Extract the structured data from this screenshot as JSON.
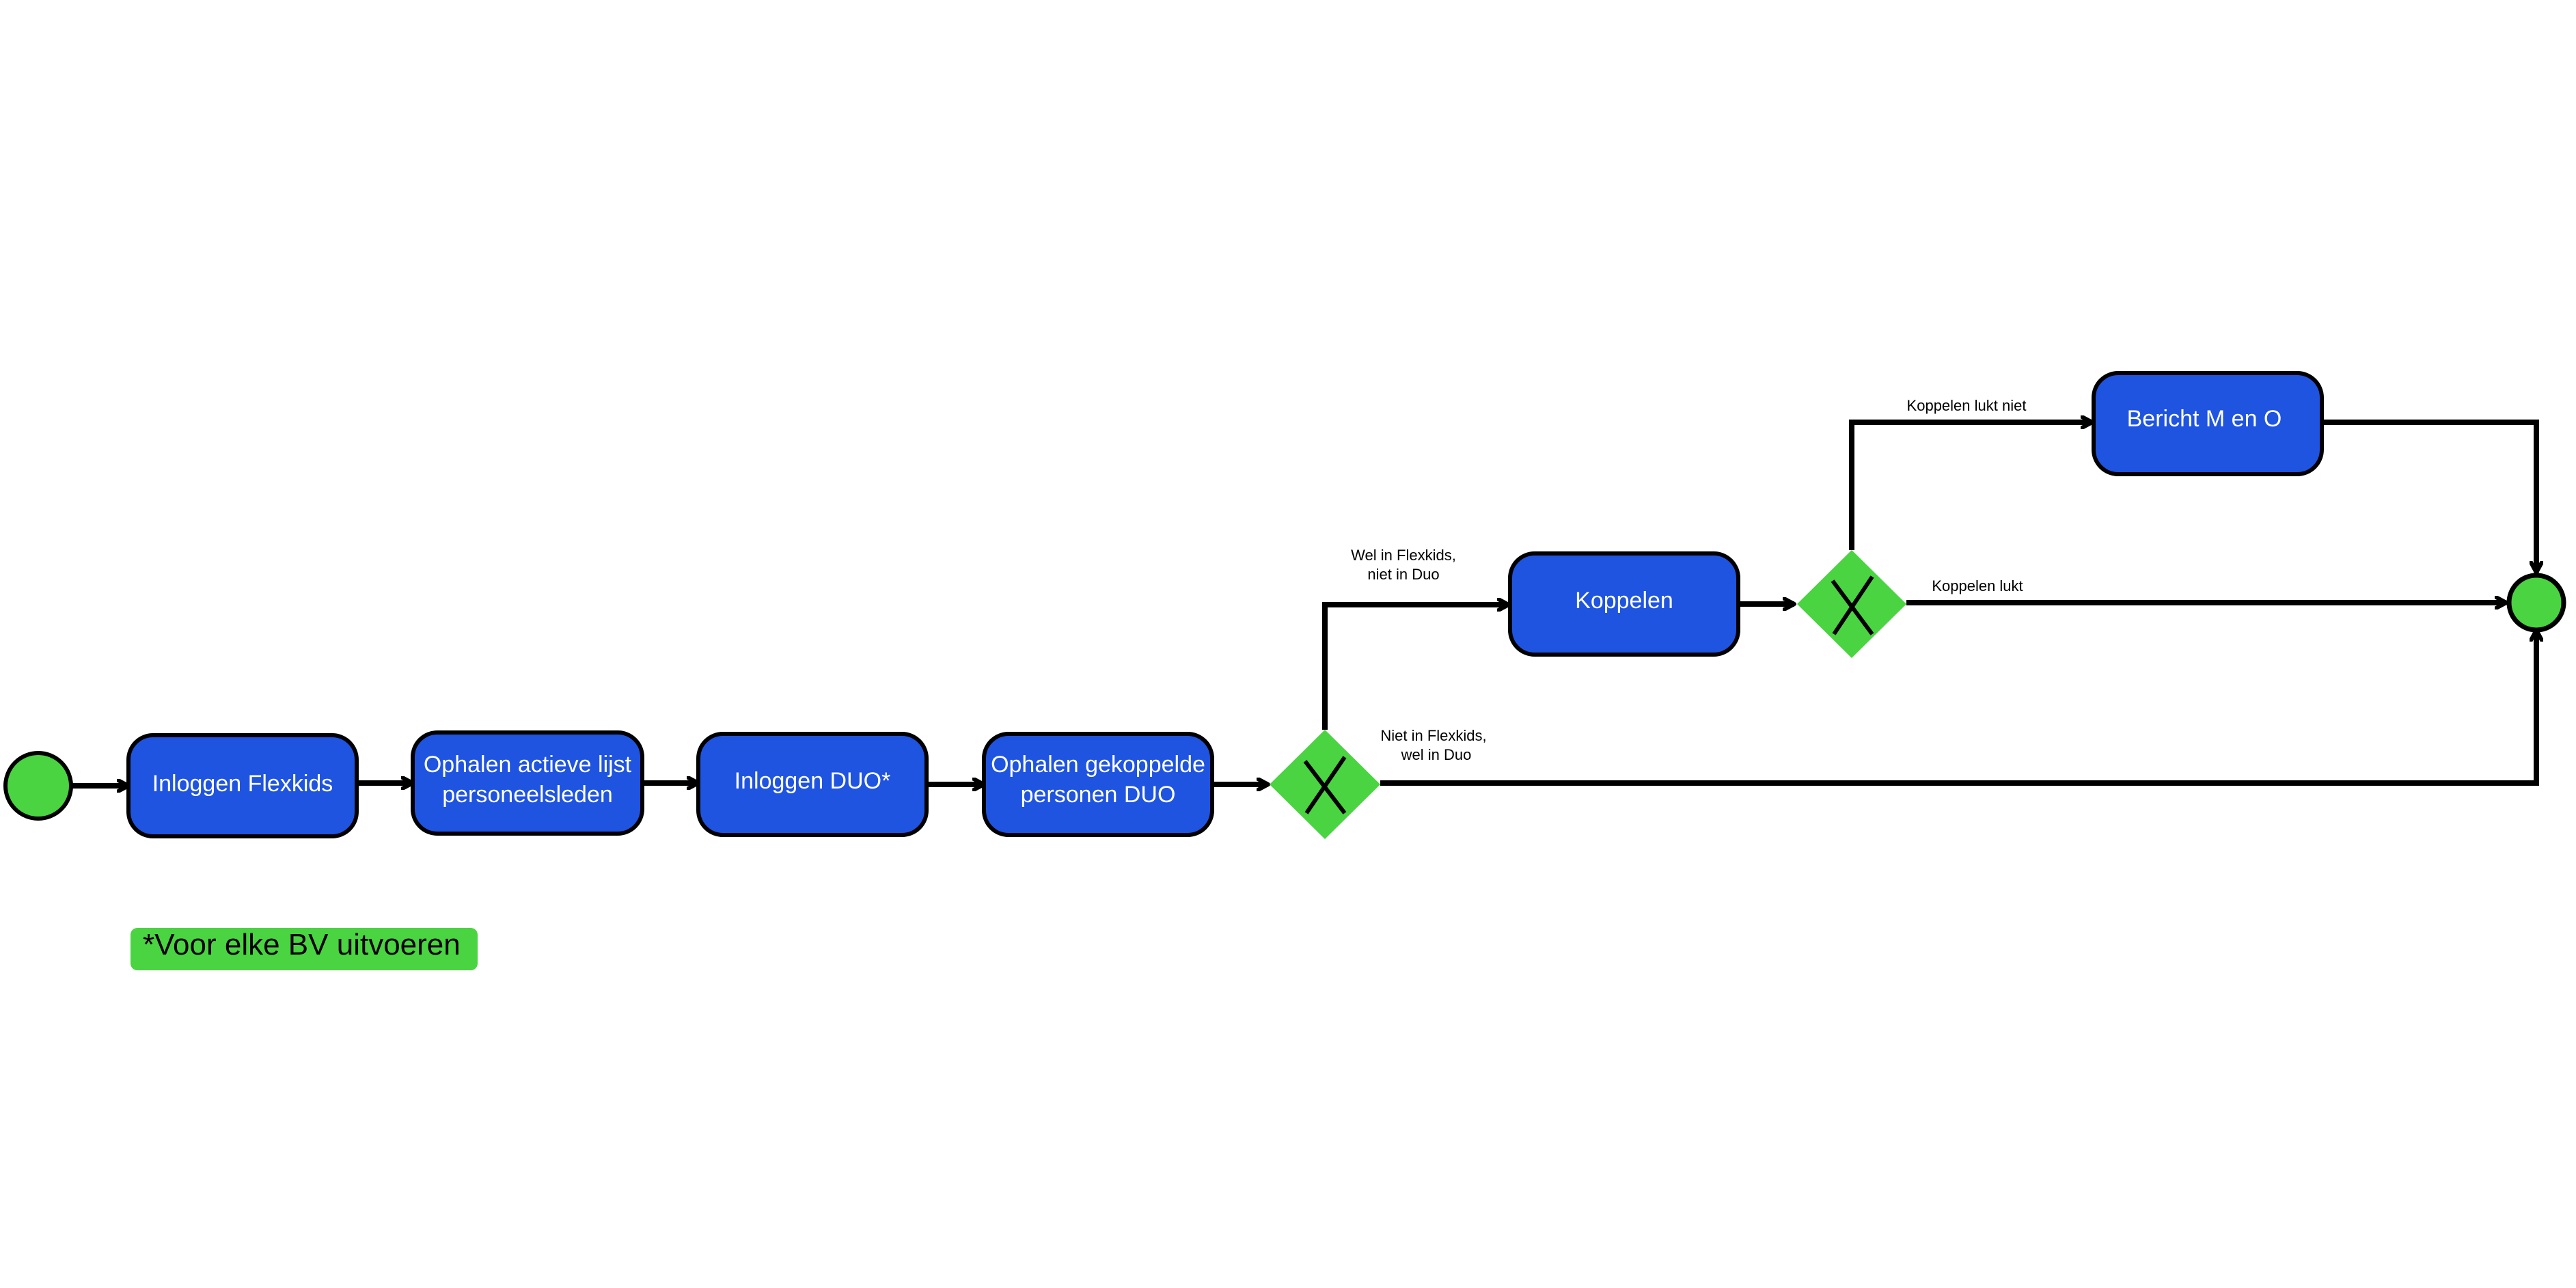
{
  "colors": {
    "activity_fill": "#1f54e0",
    "node_fill": "#4ad441",
    "stroke": "#000000",
    "text_on_activity": "#ffffff"
  },
  "nodes": {
    "start": {
      "icon": "start-node-circle"
    },
    "inloggen_flexkids": {
      "lines": [
        "Inloggen Flexkids"
      ]
    },
    "ophalen_lijst": {
      "lines": [
        "Ophalen actieve lijst",
        "personeelsleden"
      ]
    },
    "inloggen_duo": {
      "lines": [
        "Inloggen DUO*"
      ]
    },
    "ophalen_gekoppelde": {
      "lines": [
        "Ophalen gekoppelde",
        "personen DUO"
      ]
    },
    "decision1": {
      "icon": "decision-diamond"
    },
    "koppelen": {
      "lines": [
        "Koppelen"
      ]
    },
    "decision2": {
      "icon": "decision-diamond"
    },
    "bericht": {
      "lines": [
        "Bericht M en O"
      ]
    },
    "end": {
      "icon": "end-node-circle"
    }
  },
  "edge_labels": {
    "wel_flexkids": [
      "Wel in Flexkids,",
      "niet in Duo"
    ],
    "niet_flexkids": [
      "Niet in Flexkids,",
      "wel in Duo"
    ],
    "koppelen_lukt_niet": [
      "Koppelen lukt niet"
    ],
    "koppelen_lukt": [
      "Koppelen lukt"
    ]
  },
  "note": {
    "text": "*Voor elke BV uitvoeren"
  }
}
